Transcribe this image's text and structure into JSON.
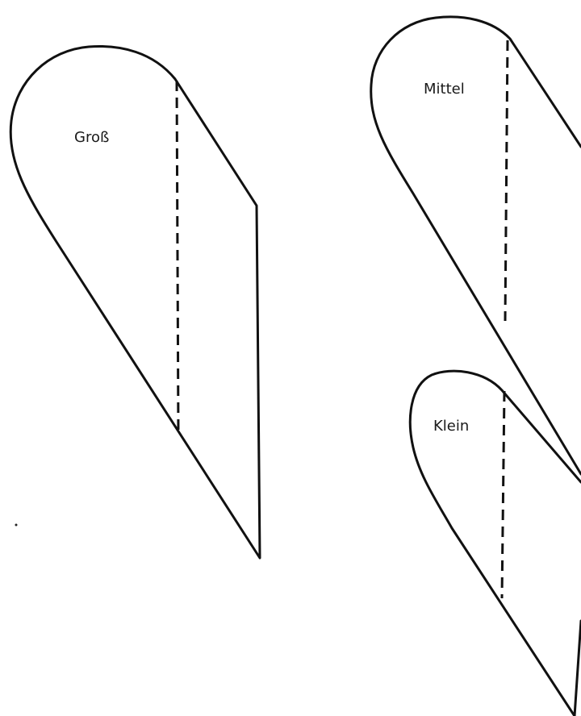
{
  "templates": {
    "large": {
      "label": "Groß"
    },
    "medium": {
      "label": "Mittel"
    },
    "small": {
      "label": "Klein"
    }
  }
}
